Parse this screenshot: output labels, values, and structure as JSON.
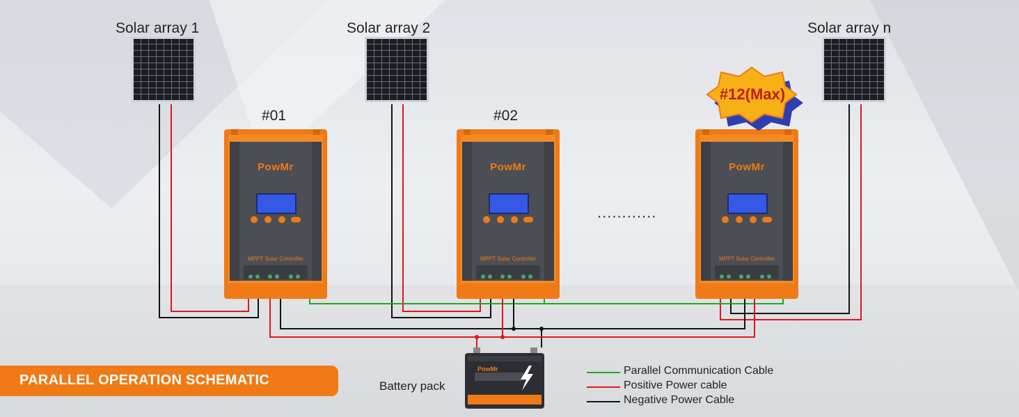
{
  "arrays": [
    {
      "label": "Solar array 1"
    },
    {
      "label": "Solar array 2"
    },
    {
      "label": "Solar array n"
    }
  ],
  "controllers": [
    {
      "label": "#01",
      "brand": "PowMr",
      "model": "MPPT Solar Controller"
    },
    {
      "label": "#02",
      "brand": "PowMr",
      "model": "MPPT Solar Controller"
    },
    {
      "label": "",
      "brand": "PowMr",
      "model": "MPPT Solar Controller"
    }
  ],
  "ellipsis": "............",
  "max_badge": "#12(Max)",
  "battery": {
    "label": "Battery pack",
    "brand": "PowMr"
  },
  "legend": [
    {
      "text": "Parallel Communication Cable",
      "color": "#1fa824"
    },
    {
      "text": "Positive Power cable",
      "color": "#e0161b"
    },
    {
      "text": "Negative Power Cable",
      "color": "#111111"
    }
  ],
  "title": "PARALLEL OPERATION SCHEMATIC",
  "colors": {
    "accent": "#f07a16",
    "controller_body": "#4b4e55",
    "positive": "#e0161b",
    "negative": "#111111",
    "communication": "#1fa824"
  }
}
